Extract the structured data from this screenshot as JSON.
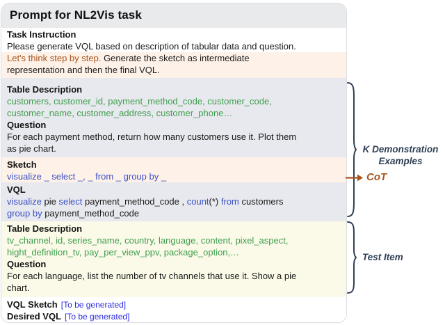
{
  "title": "Prompt for NL2Vis task",
  "task_instruction": {
    "heading": "Task Instruction",
    "line1": "Please generate VQL based on description of tabular data and question.",
    "cot_text": "Let's think step by step.",
    "cot_cont": " Generate the sketch as intermediate",
    "cot_line2": "representation and then the final VQL."
  },
  "demonstration": {
    "table_heading": "Table Description",
    "table_line1": "customers, customer_id, payment_method_code, customer_code,",
    "table_line2": "customer_name, customer_address, customer_phone…",
    "question_heading": "Question",
    "question_line1": "For each payment method, return how many customers use it. Plot them",
    "question_line2": "as pie chart.",
    "sketch_heading": "Sketch",
    "sketch_line": "visualize _ select _, _ from _ group by _",
    "vql_heading": "VQL",
    "vql_line1": [
      "visualize ",
      "pie ",
      "select ",
      "payment_method_code , ",
      "count",
      "(*) ",
      "from ",
      "customers"
    ],
    "vql_line2": [
      "group by ",
      "payment_method_code"
    ]
  },
  "test_item": {
    "table_heading": "Table Description",
    "table_line1": "tv_channel, id, series_name, country, language, content, pixel_aspect,",
    "table_line2": "hight_definition_tv, pay_per_view_ppv, package_option,…",
    "question_heading": "Question",
    "question_line1": "For each language, list the number of tv channels that use it. Show a pie",
    "question_line2": "chart.",
    "vql_sketch_heading": "VQL Sketch",
    "vql_sketch_value": "[To be generated]",
    "desired_vql_heading": "Desired VQL",
    "desired_vql_value": "[To be generated]"
  },
  "annotations": {
    "demo_label": "K Demonstration Examples",
    "cot_label": "CoT",
    "test_label": "Test Item"
  },
  "colors": {
    "keyword_blue": "#3c52c4",
    "generated_blue": "#2a2ae0",
    "schema_green": "#3f9e4e",
    "cot_orange": "#a8551b",
    "annotation_navy": "#2e3f55",
    "header_gray": "#e9eaec",
    "highlight_peach": "#fdf1e8",
    "highlight_lavender": "#e8e9ee",
    "highlight_yellow": "#fbfae8"
  }
}
